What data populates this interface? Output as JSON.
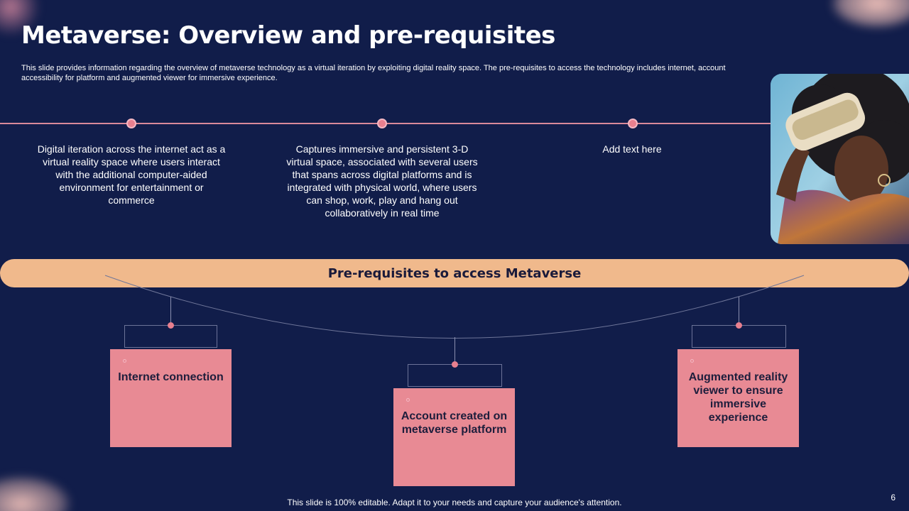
{
  "slide": {
    "title": "Metaverse: Overview and pre-requisites",
    "subtitle": "This slide provides information regarding the overview of metaverse technology as a virtual iteration by exploiting digital reality space. The pre-requisites to access the technology includes internet, account accessibility for platform and augmented viewer for immersive experience.",
    "page_number": "6",
    "footer": "This slide is 100% editable. Adapt it to your needs and capture your audience's attention."
  },
  "timeline": {
    "items": [
      {
        "text": "Digital iteration across the internet act as a virtual reality space where users interact with the additional computer-aided environment for entertainment or commerce"
      },
      {
        "text": "Captures immersive and persistent 3-D virtual space, associated with several users that spans across digital platforms and is integrated with physical world, where users can shop, work, play and hang out collaboratively in real time"
      },
      {
        "text": "Add text here"
      }
    ]
  },
  "banner": {
    "label": "Pre-requisites to access Metaverse"
  },
  "prerequisites": [
    {
      "label": "Internet connection"
    },
    {
      "label": "Account created on metaverse platform"
    },
    {
      "label": "Augmented reality viewer to ensure immersive experience"
    }
  ],
  "colors": {
    "background": "#111d4a",
    "accent_pink": "#e88a94",
    "banner_peach": "#f0b98c",
    "dot_pink": "#e8808f"
  },
  "icons": {
    "photo": "person-with-vr-headset-photo"
  }
}
